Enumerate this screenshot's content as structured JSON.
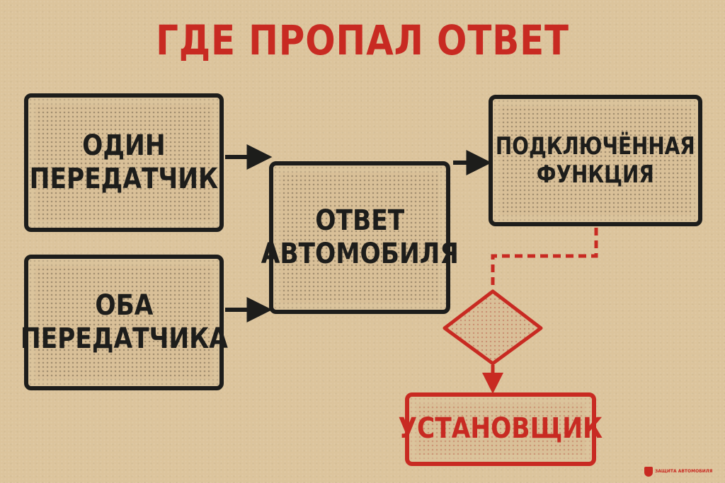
{
  "title": "ГДЕ ПРОПАЛ ОТВЕТ",
  "nodes": {
    "one_transmitter": {
      "lines": [
        "ОДИН",
        "ПЕРЕДАТЧИК"
      ]
    },
    "both_transmitters": {
      "lines": [
        "ОБА",
        "ПЕРЕДАТЧИКА"
      ]
    },
    "car_response": {
      "lines": [
        "ОТВЕТ",
        "АВТОМОБИЛЯ"
      ]
    },
    "connected_function": {
      "lines": [
        "ПОДКЛЮЧЁННАЯ",
        "ФУНКЦИЯ"
      ]
    },
    "decision": {
      "lines": []
    },
    "installer": {
      "lines": [
        "УСТАНОВЩИК"
      ]
    }
  },
  "edges": [
    {
      "from": "one_transmitter",
      "to": "car_response",
      "style": "solid"
    },
    {
      "from": "both_transmitters",
      "to": "car_response",
      "style": "solid"
    },
    {
      "from": "car_response",
      "to": "connected_function",
      "style": "solid"
    },
    {
      "from": "connected_function",
      "to": "decision",
      "style": "dashed"
    },
    {
      "from": "decision",
      "to": "installer",
      "style": "solid"
    }
  ],
  "logo": {
    "text": "ЗАЩИТА АВТОМОБИЛЯ"
  },
  "colors": {
    "background": "#dcc49c",
    "ink": "#1d1d1b",
    "accent": "#c82a22"
  }
}
